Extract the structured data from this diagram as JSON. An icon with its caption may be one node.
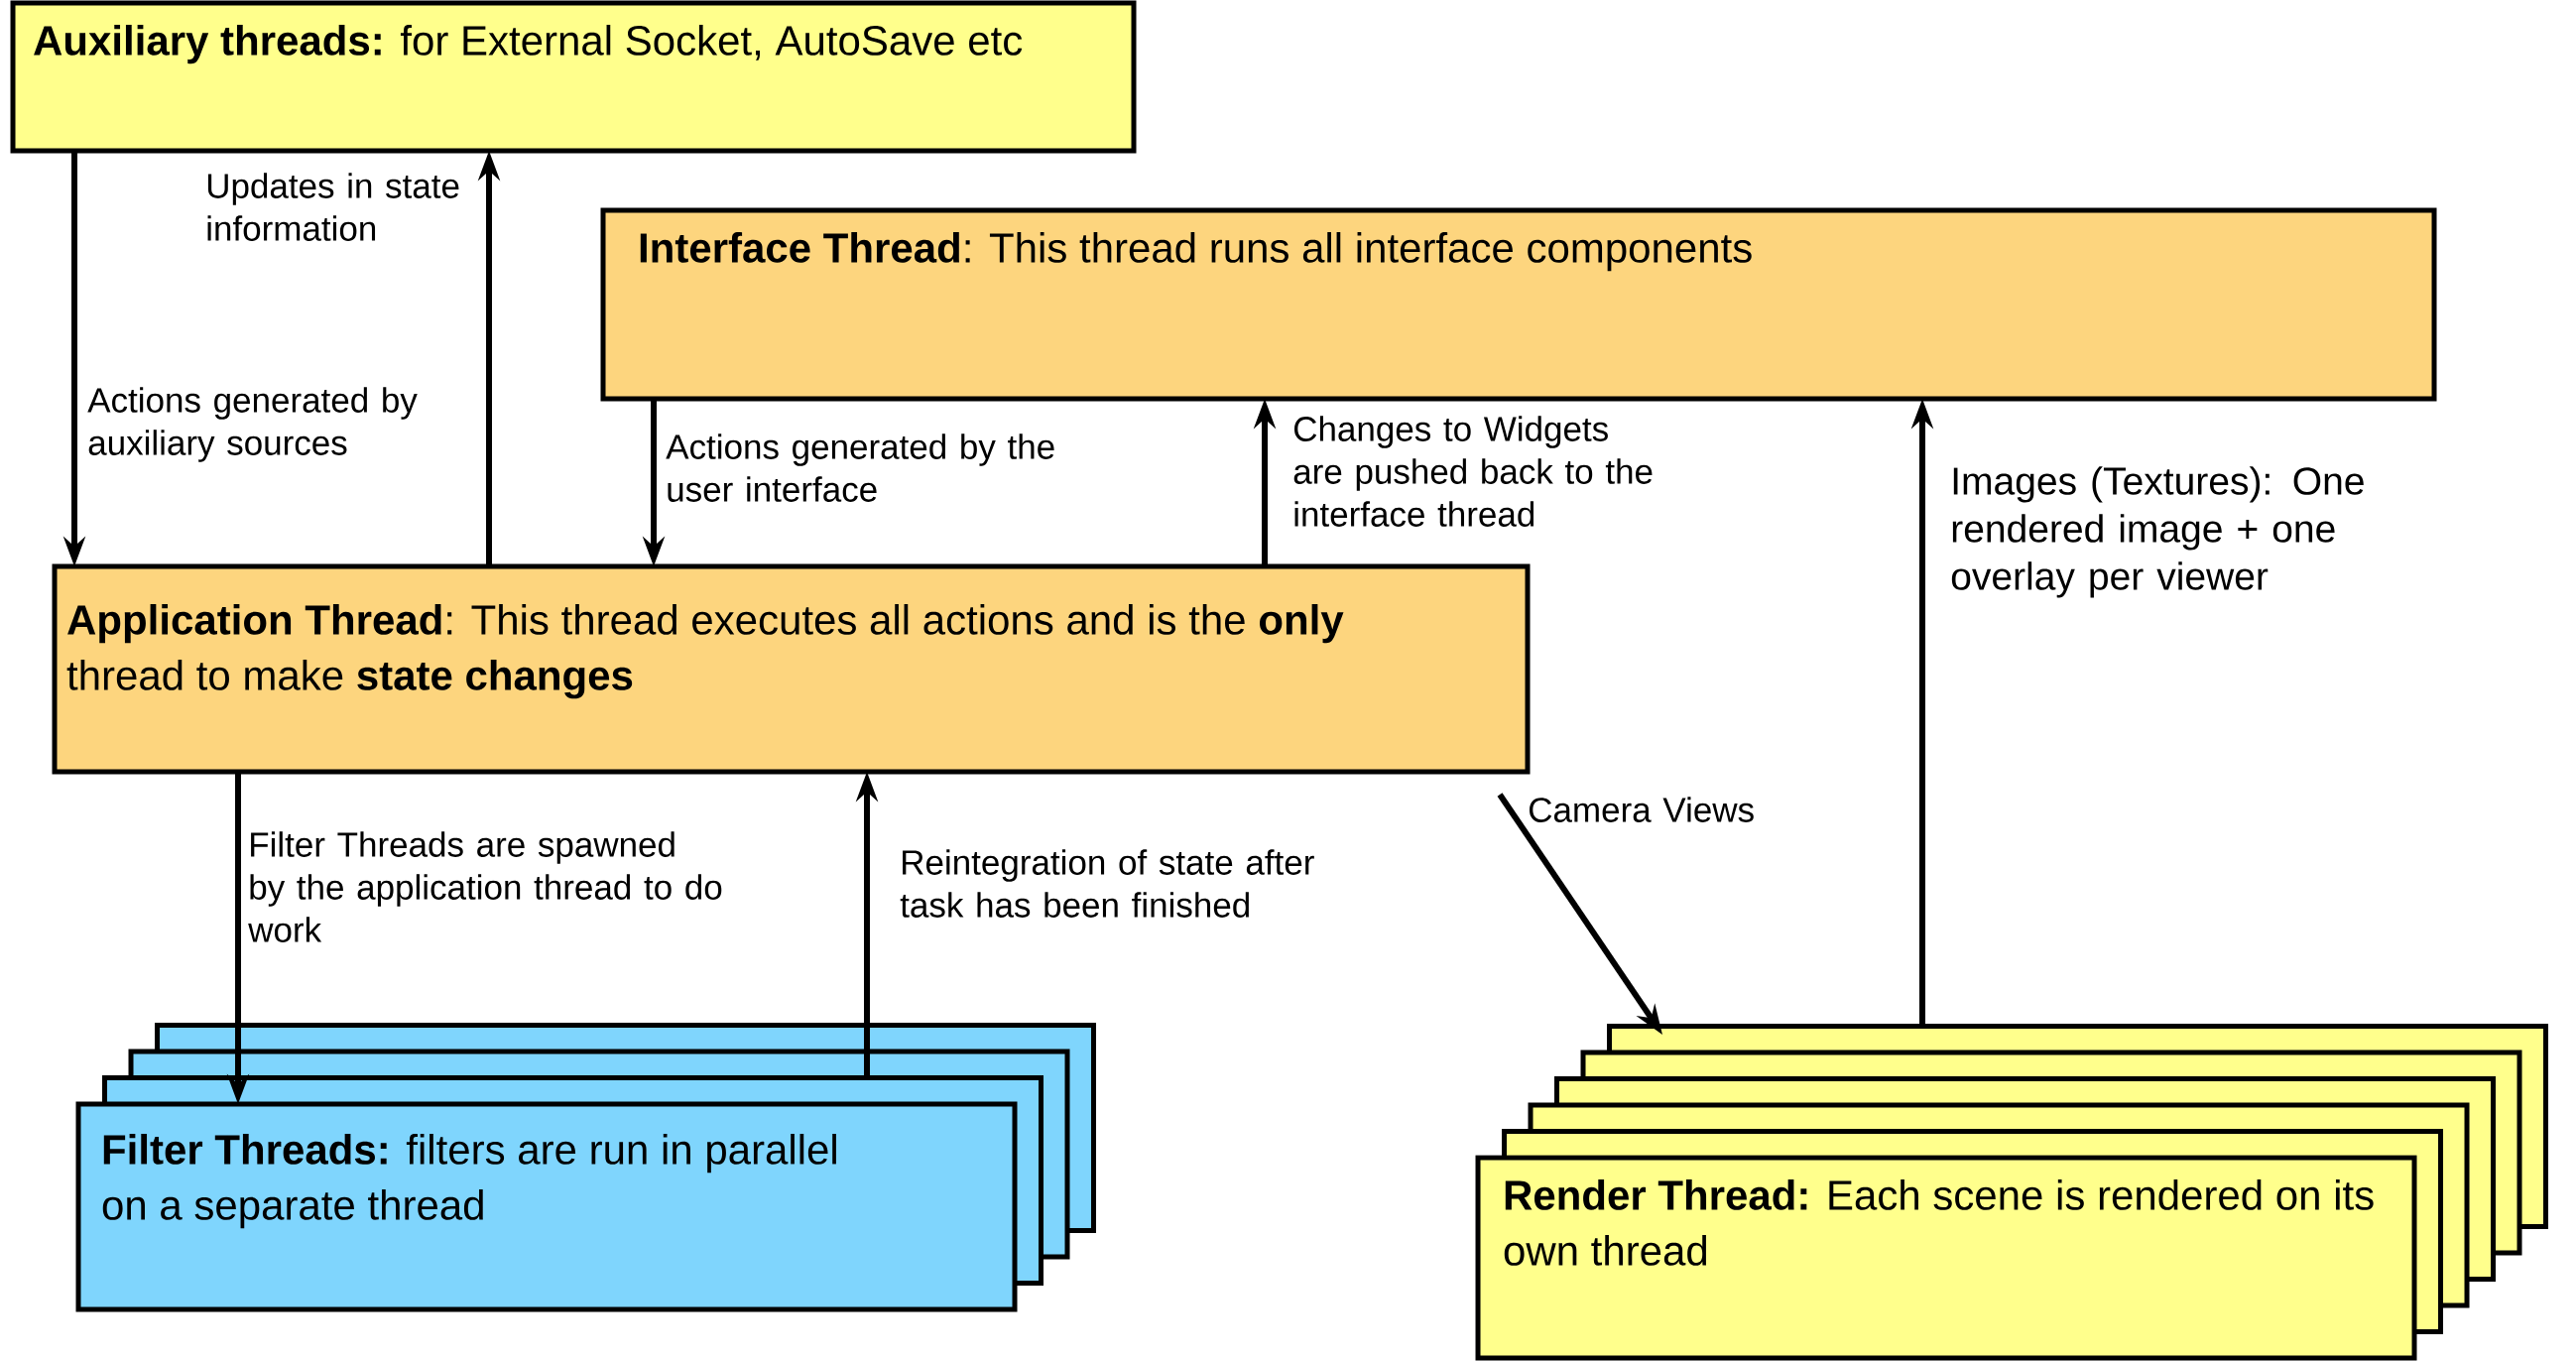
{
  "diagram": {
    "nodes": [
      {
        "text": [
          "**Auxiliary threads:** for External Socket, AutoSave etc"
        ]
      },
      {
        "text": [
          "**Interface Thread**: This thread runs all interface components"
        ]
      },
      {
        "text": [
          "**Application Thread**: This thread executes all actions and is the **only** thread to make **state changes**"
        ]
      },
      {
        "text": [
          "**Filter Threads:** filters are run in parallel on a separate thread"
        ]
      },
      {
        "text": [
          "**Render Thread:** Each scene is rendered on its own thread"
        ]
      }
    ],
    "edges": [
      {
        "from": 0,
        "to": 2,
        "arrow": "to",
        "label": "Actions generated by auxiliary sources"
      },
      {
        "from": 2,
        "to": 0,
        "arrow": "to",
        "label": "Updates in state information"
      },
      {
        "from": 1,
        "to": 2,
        "arrow": "to",
        "label": "Actions generated by the user interface"
      },
      {
        "from": 2,
        "to": 1,
        "arrow": "to",
        "label": "Changes to Widgets are pushed back to the interface thread"
      },
      {
        "from": 2,
        "to": 3,
        "arrow": "to",
        "label": "Filter Threads are spawned by the application thread to do work"
      },
      {
        "from": 3,
        "to": 2,
        "arrow": "to",
        "label": "Reintegration of state after task has been finished"
      },
      {
        "from": 2,
        "to": 4,
        "arrow": "to",
        "label": "Camera Views"
      },
      {
        "from": 4,
        "to": 1,
        "arrow": "to",
        "label": "Images (Textures): One rendered image + one overlay per viewer"
      }
    ]
  }
}
